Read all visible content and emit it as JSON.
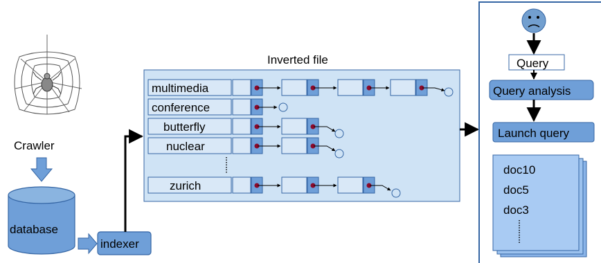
{
  "crawler": {
    "label": "Crawler"
  },
  "database": {
    "label": "database"
  },
  "indexer": {
    "label": "indexer"
  },
  "inverted_file": {
    "title": "Inverted file",
    "terms": [
      {
        "term": "multimedia",
        "postings": 3
      },
      {
        "term": "conference",
        "postings": 0
      },
      {
        "term": "butterfly",
        "postings": 1
      },
      {
        "term": "nuclear",
        "postings": 1
      },
      {
        "term": "zurich",
        "postings": 2
      }
    ]
  },
  "search": {
    "query_label": "Query",
    "analysis_label": "Query analysis",
    "launch_label": "Launch query",
    "results": [
      "doc10",
      "doc5",
      "doc3"
    ]
  },
  "colors": {
    "panel_fill": "#cfe3f5",
    "box_fill": "#6f9fd8",
    "box_stroke": "#3465a4",
    "pointer_dot": "#8b0a2a",
    "face": "#729fcf"
  },
  "icons": [
    "spider-web-icon",
    "user-face-icon",
    "database-cylinder-icon"
  ]
}
